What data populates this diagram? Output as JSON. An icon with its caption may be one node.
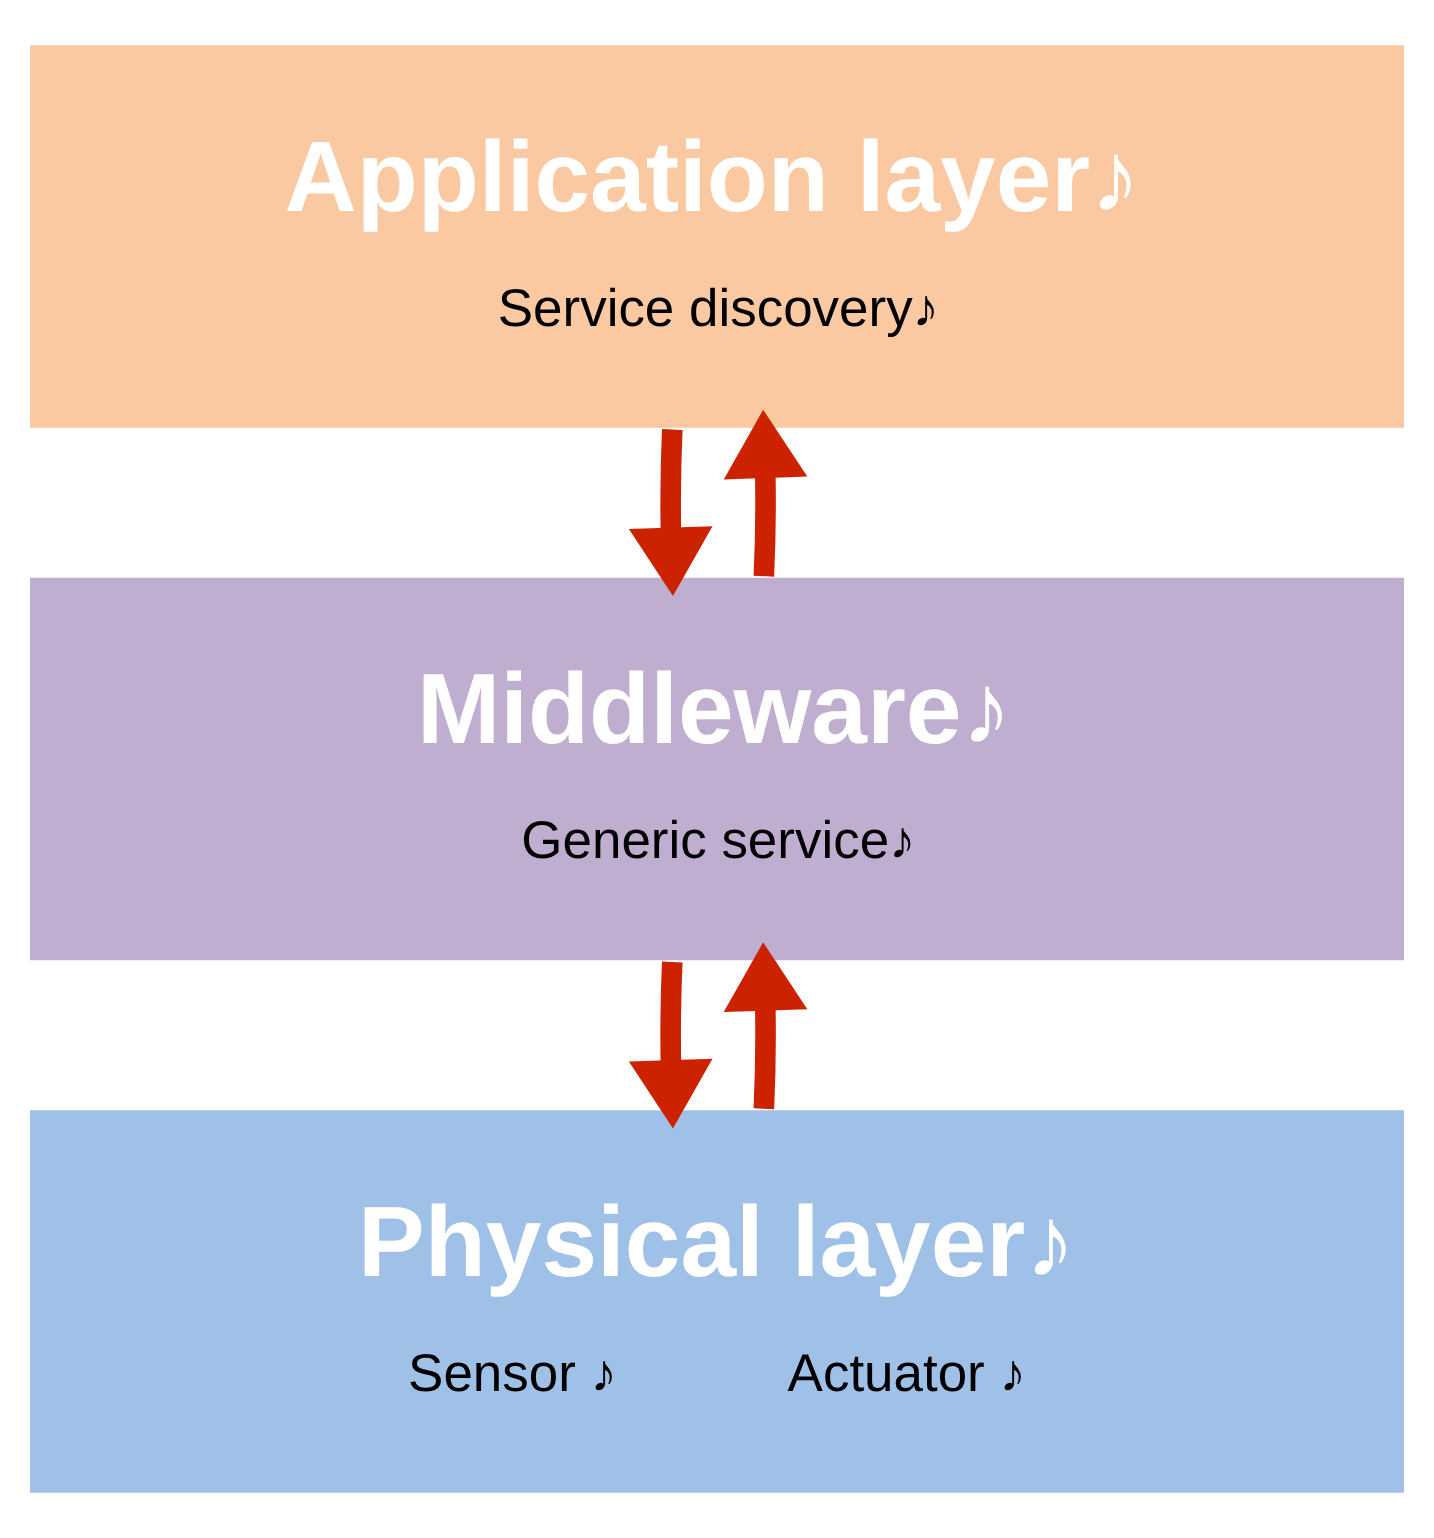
{
  "diagram": {
    "nodes": [
      {
        "text": [
          "Application layer♪",
          "Service discovery♪"
        ]
      },
      {
        "text": [
          "Middleware♪",
          "Generic service♪"
        ]
      },
      {
        "text": [
          "Physical layer♪",
          "Sensor ♪",
          "Actuator ♪"
        ]
      }
    ],
    "edges": [
      {
        "from": 0,
        "to": 1,
        "arrow": "to"
      },
      {
        "from": 1,
        "to": 0,
        "arrow": "to"
      },
      {
        "from": 1,
        "to": 2,
        "arrow": "to"
      },
      {
        "from": 2,
        "to": 1,
        "arrow": "to"
      }
    ]
  }
}
